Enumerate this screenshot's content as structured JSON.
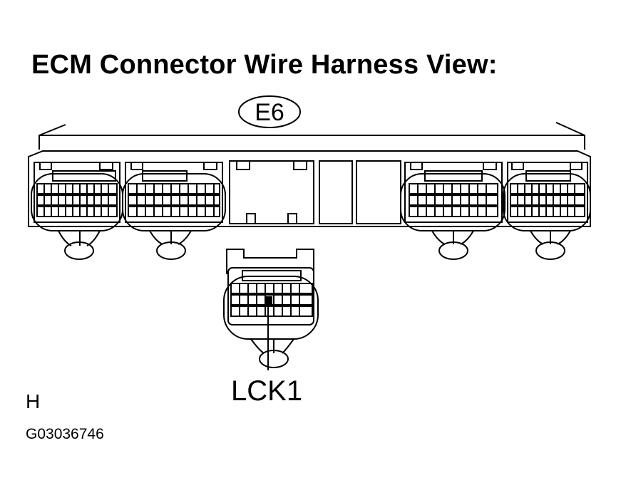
{
  "title": "ECM Connector Wire Harness View:",
  "connector_label": "E6",
  "terminal_callout": "LCK1",
  "view_letter": "H",
  "figure_code": "G03036746"
}
